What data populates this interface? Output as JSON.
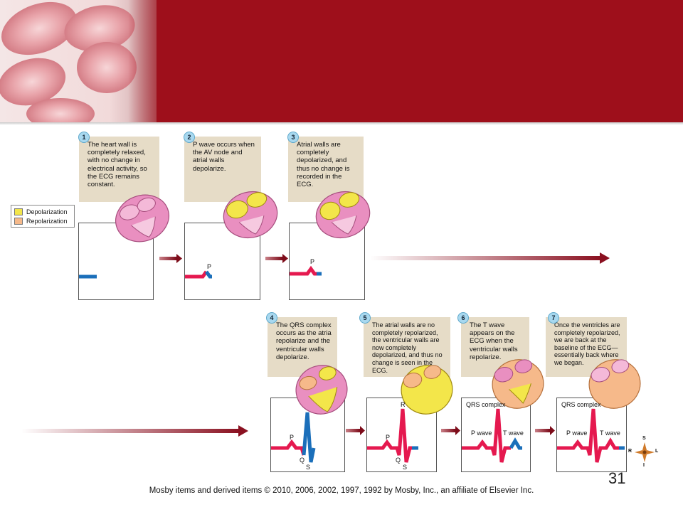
{
  "legend": {
    "depolarization": "Depolarization",
    "repolarization": "Repolarization"
  },
  "steps": [
    {
      "number": "1",
      "text": "The heart  wall is completely relaxed, with no change in electrical activity, so the ECG remains constant."
    },
    {
      "number": "2",
      "text": "P wave occurs when the AV node and atrial walls depolarize."
    },
    {
      "number": "3",
      "text": "Atrial walls are completely depolarized, and thus no change is recorded in the ECG."
    },
    {
      "number": "4",
      "text": "The QRS complex occurs as the atria repolarize and the ventricular walls depolarize."
    },
    {
      "number": "5",
      "text": "The atrial walls are no completely repolarized, the ventricular walls are now completely depolarized, and thus no change is seen in the ECG."
    },
    {
      "number": "6",
      "text": "The T wave appears on the ECG when the ventricular walls repolarize."
    },
    {
      "number": "7",
      "text": "Once the ventricles are completely repolarized, we are back at the baseline of the ECG—essentially back where we began."
    }
  ],
  "ecg_labels": {
    "p": "P",
    "q": "Q",
    "r": "R",
    "s": "S",
    "qrs_complex": "QRS complex",
    "p_wave": "P wave",
    "t_wave": "T wave"
  },
  "compass": {
    "s": "S",
    "r": "R",
    "l": "L",
    "i": "I"
  },
  "page_number": "31",
  "copyright": "Mosby items and derived items © 2010, 2006, 2002, 1997, 1992 by Mosby, Inc., an affiliate of Elsevier Inc.",
  "colors": {
    "banner": "#9e0f1b",
    "card": "#e6dcc7",
    "badge": "#a8d8ef",
    "depolarization": "#f3e64a",
    "repolarization": "#f6b98a",
    "ecg_red": "#e5194f",
    "ecg_blue": "#1b6fba",
    "arrow": "#8a1020",
    "heart_pink": "#e98fc0"
  }
}
